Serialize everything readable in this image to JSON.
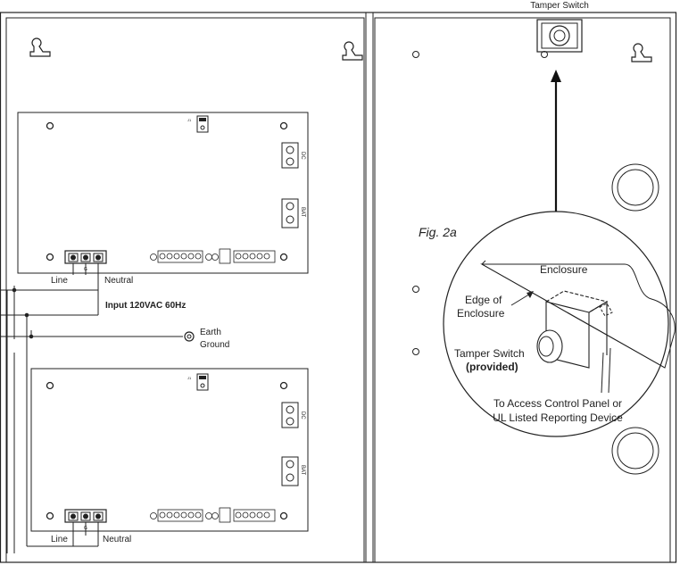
{
  "labels": {
    "tamper_switch_top": "Tamper Switch",
    "fig": "Fig. 2a",
    "enclosure": "Enclosure",
    "edge_of_1": "Edge of",
    "edge_of_2": "Enclosure",
    "tamper_switch": "Tamper Switch",
    "provided": "(provided)",
    "to_access_1": "To Access Control Panel or",
    "to_access_2": "UL Listed Reporting Device",
    "line_top": "Line",
    "neutral_top": "Neutral",
    "input": "Input 120VAC 60Hz",
    "earth": "Earth",
    "ground": "Ground",
    "line_bottom": "Line",
    "neutral_bottom": "Neutral",
    "dc": "DC",
    "bat": "BAT",
    "g": "G"
  }
}
